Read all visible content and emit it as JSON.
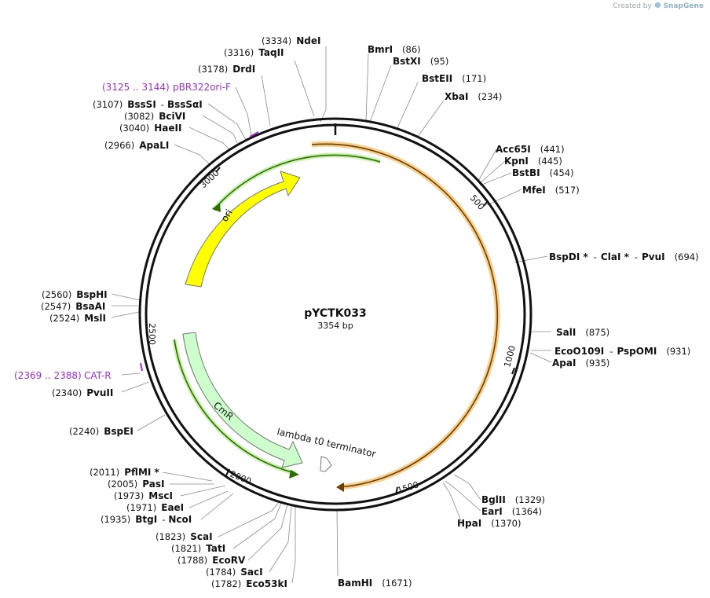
{
  "credit": {
    "prefix": "Created by",
    "brand": "SnapGene",
    "logo_icon": "snapgene-logo-icon"
  },
  "plasmid": {
    "name": "pYCTK033",
    "length_label": "3354 bp",
    "length": 3354
  },
  "ticks": [
    "500",
    "1000",
    "1500",
    "2000",
    "2500",
    "3000"
  ],
  "colors": {
    "backbone": "#111111",
    "ori": "#ffff00",
    "cmr": "#ccffcc",
    "primer": "#9b30d0",
    "orange_feature": "#f4a93a",
    "terminator": "#ffffff"
  },
  "features": [
    {
      "name": "ori",
      "label": "ori"
    },
    {
      "name": "cmr",
      "label": "CmR"
    },
    {
      "name": "terminator",
      "label": "lambda t0 terminator"
    }
  ],
  "primers": [
    {
      "range": "(3125 .. 3144)",
      "name": "pBR322ori-F"
    },
    {
      "range": "(2369 .. 2388)",
      "name": "CAT-R"
    }
  ],
  "sites": [
    {
      "pos": "(3334)",
      "name": "NdeI"
    },
    {
      "pos": "(3316)",
      "name": "TaqII"
    },
    {
      "pos": "(3178)",
      "name": "DrdI"
    },
    {
      "pos": "(3107)",
      "name": "BssSI",
      "name2": "BssSαI"
    },
    {
      "pos": "(3082)",
      "name": "BciVI"
    },
    {
      "pos": "(3040)",
      "name": "HaeII"
    },
    {
      "pos": "(2966)",
      "name": "ApaLI"
    },
    {
      "pos": "(2560)",
      "name": "BspHI"
    },
    {
      "pos": "(2547)",
      "name": "BsaAI"
    },
    {
      "pos": "(2524)",
      "name": "MslI"
    },
    {
      "pos": "(2340)",
      "name": "PvuII"
    },
    {
      "pos": "(2240)",
      "name": "BspEI"
    },
    {
      "pos": "(2011)",
      "name": "PflMI *"
    },
    {
      "pos": "(2005)",
      "name": "PasI"
    },
    {
      "pos": "(1973)",
      "name": "MscI"
    },
    {
      "pos": "(1971)",
      "name": "EaeI"
    },
    {
      "pos": "(1935)",
      "name": "BtgI",
      "name2": "NcoI"
    },
    {
      "pos": "(1823)",
      "name": "ScaI"
    },
    {
      "pos": "(1821)",
      "name": "TatI"
    },
    {
      "pos": "(1788)",
      "name": "EcoRV"
    },
    {
      "pos": "(1784)",
      "name": "SacI"
    },
    {
      "pos": "(1782)",
      "name": "Eco53kI"
    },
    {
      "pos": "(1671)",
      "name": "BamHI"
    },
    {
      "pos": "(86)",
      "name": "BmrI"
    },
    {
      "pos": "(95)",
      "name": "BstXI"
    },
    {
      "pos": "(171)",
      "name": "BstEII"
    },
    {
      "pos": "(234)",
      "name": "XbaI"
    },
    {
      "pos": "(441)",
      "name": "Acc65I"
    },
    {
      "pos": "(445)",
      "name": "KpnI"
    },
    {
      "pos": "(454)",
      "name": "BstBI"
    },
    {
      "pos": "(517)",
      "name": "MfeI"
    },
    {
      "pos": "(694)",
      "name": "BspDI *",
      "name2": "ClaI *",
      "name3": "PvuI"
    },
    {
      "pos": "(875)",
      "name": "SalI"
    },
    {
      "pos": "(931)",
      "name": "EcoO109I",
      "name2": "PspOMI"
    },
    {
      "pos": "(935)",
      "name": "ApaI"
    },
    {
      "pos": "(1329)",
      "name": "BglII"
    },
    {
      "pos": "(1364)",
      "name": "EarI"
    },
    {
      "pos": "(1370)",
      "name": "HpaI"
    }
  ]
}
